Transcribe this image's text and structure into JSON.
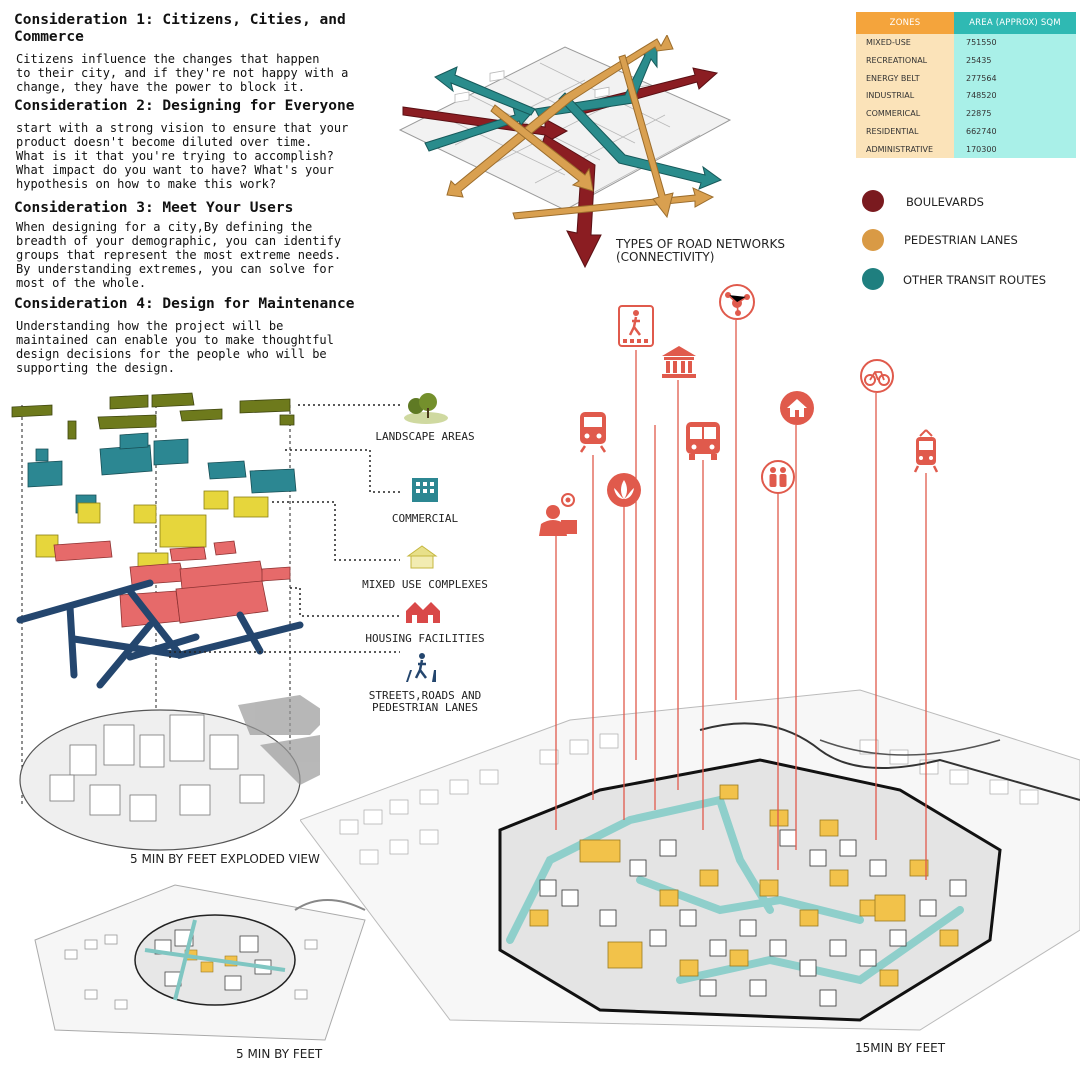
{
  "considerations": [
    {
      "title": "Consideration 1: Citizens, Cities, and Commerce",
      "title_lines": [
        "Consideration 1: Citizens, Cities, and",
        "Commerce"
      ],
      "body": [
        "Citizens influence the changes that happen",
        "to their city, and if they're not happy with a",
        "change, they have the power to block it."
      ]
    },
    {
      "title": "Consideration 2: Designing for Everyone",
      "title_lines": [
        "Consideration 2: Designing for Everyone"
      ],
      "body": [
        "start with a strong vision to ensure that your",
        "product doesn't become diluted over time.",
        "What is it that you're trying to accomplish?",
        "What impact do you want to have? What's your",
        "hypothesis on how to make this work?"
      ]
    },
    {
      "title": "Consideration 3: Meet Your Users",
      "title_lines": [
        "Consideration 3: Meet Your Users"
      ],
      "body": [
        "When designing for a city,By defining the",
        "breadth of your demographic, you can identify",
        "groups that represent the most extreme needs.",
        "By understanding extremes, you can solve for",
        "most of the whole."
      ]
    },
    {
      "title": "Consideration 4: Design for Maintenance",
      "title_lines": [
        "Consideration 4: Design for Maintenance"
      ],
      "body": [
        "Understanding how the project will be",
        "maintained can enable you to make thoughtful",
        "design decisions for the people who will be",
        "supporting the design."
      ]
    }
  ],
  "zones_table": {
    "headers": [
      "ZONES",
      "AREA (APPROX) SQM"
    ],
    "rows": [
      [
        "MIXED-USE",
        "751550"
      ],
      [
        "RECREATIONAL",
        "25435"
      ],
      [
        "ENERGY BELT",
        "277564"
      ],
      [
        "INDUSTRIAL",
        "748520"
      ],
      [
        "COMMERICAL",
        "22875"
      ],
      [
        "RESIDENTIAL",
        "662740"
      ],
      [
        "ADMINISTRATIVE",
        "170300"
      ]
    ]
  },
  "road_networks": {
    "caption_lines": [
      "TYPES OF ROAD NETWORKS",
      "(CONNECTIVITY)"
    ],
    "legend": [
      {
        "label": "BOULEVARDS",
        "color": "#7a1a1f"
      },
      {
        "label": "PEDESTRIAN LANES",
        "color": "#d99a45"
      },
      {
        "label": "OTHER TRANSIT ROUTES",
        "color": "#1f7f7f"
      }
    ]
  },
  "exploded_layers": [
    {
      "label_lines": [
        "LANDSCAPE AREAS"
      ],
      "icon": "tree-icon",
      "color": "#6e7a1c"
    },
    {
      "label_lines": [
        "COMMERCIAL"
      ],
      "icon": "office-building-icon",
      "color": "#2b7f86"
    },
    {
      "label_lines": [
        "MIXED USE COMPLEXES"
      ],
      "icon": "mixed-use-house-icon",
      "color": "#e2d23a"
    },
    {
      "label_lines": [
        "HOUSING FACILITIES"
      ],
      "icon": "houses-icon",
      "color": "#e06464"
    },
    {
      "label_lines": [
        "STREETS,ROADS AND",
        "PEDESTRIAN LANES"
      ],
      "icon": "pedestrian-crossing-icon",
      "color": "#24466e"
    }
  ],
  "captions": {
    "exploded": "5 MIN BY FEET EXPLODED VIEW",
    "five_min": "5 MIN BY FEET",
    "fifteen_min": "15MIN BY FEET"
  },
  "facility_icons": [
    {
      "name": "pedestrian-sign-icon"
    },
    {
      "name": "network-hub-icon"
    },
    {
      "name": "civic-building-icon"
    },
    {
      "name": "cycling-icon"
    },
    {
      "name": "train-icon"
    },
    {
      "name": "tram-icon"
    },
    {
      "name": "bus-icon"
    },
    {
      "name": "home-icon"
    },
    {
      "name": "lotus-icon"
    },
    {
      "name": "family-icon"
    },
    {
      "name": "community-meeting-icon"
    }
  ],
  "colors": {
    "accent_red": "#e05a4c",
    "building_yellow": "#f2c24a",
    "water_teal": "#9cd3d0"
  }
}
